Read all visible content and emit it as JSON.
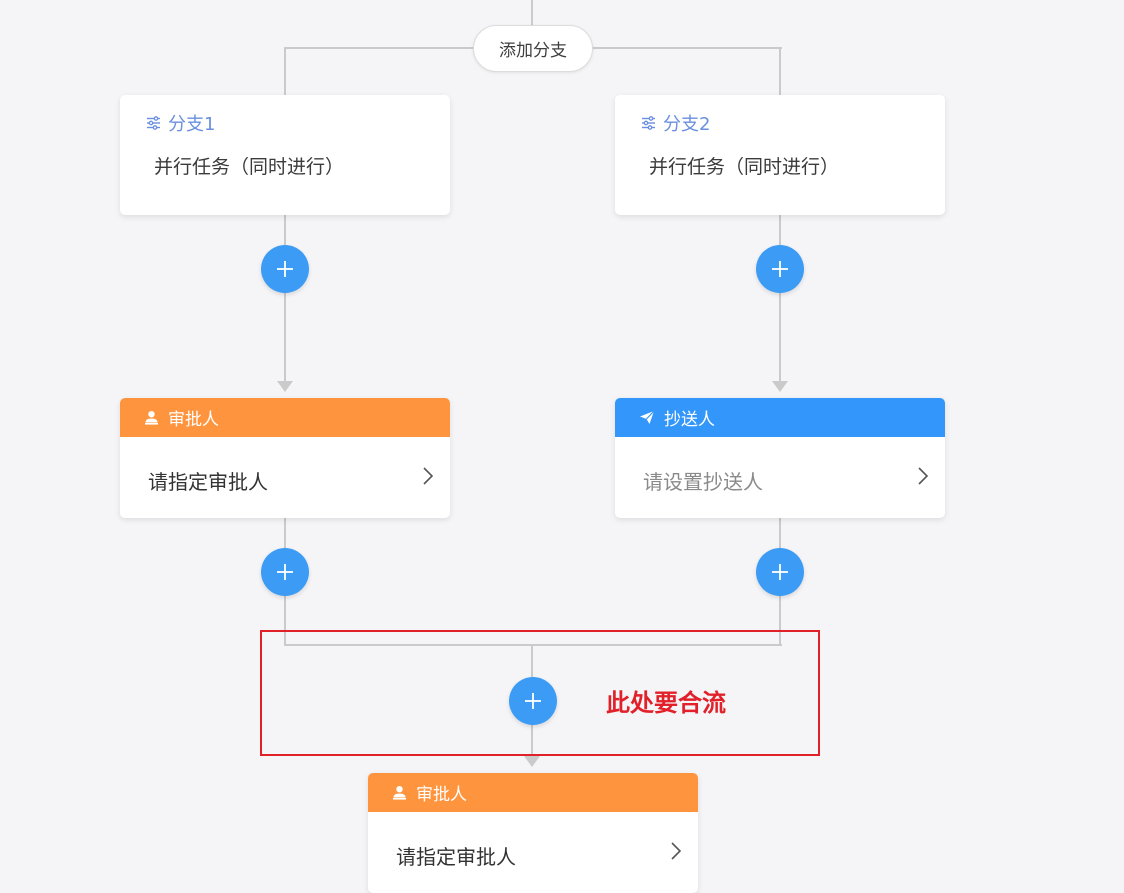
{
  "toolbar": {
    "add_branch_label": "添加分支"
  },
  "branches": [
    {
      "title": "分支1",
      "desc": "并行任务（同时进行）"
    },
    {
      "title": "分支2",
      "desc": "并行任务（同时进行）"
    }
  ],
  "nodes": [
    {
      "type": "approver",
      "header": "审批人",
      "placeholder": "请指定审批人"
    },
    {
      "type": "cc",
      "header": "抄送人",
      "placeholder": "请设置抄送人"
    },
    {
      "type": "approver",
      "header": "审批人",
      "placeholder": "请指定审批人"
    }
  ],
  "annotation": {
    "text": "此处要合流"
  },
  "colors": {
    "approver_header": "#ff943e",
    "cc_header": "#3296fa",
    "add_button": "#3c9cf5",
    "branch_title": "#6a8fe0",
    "annotation": "#e1202a",
    "connector": "#cacaca"
  },
  "icons": {
    "branch_title": "sliders-icon",
    "approver": "user-icon",
    "cc": "send-icon",
    "add": "plus-icon",
    "open": "chevron-right-icon"
  }
}
